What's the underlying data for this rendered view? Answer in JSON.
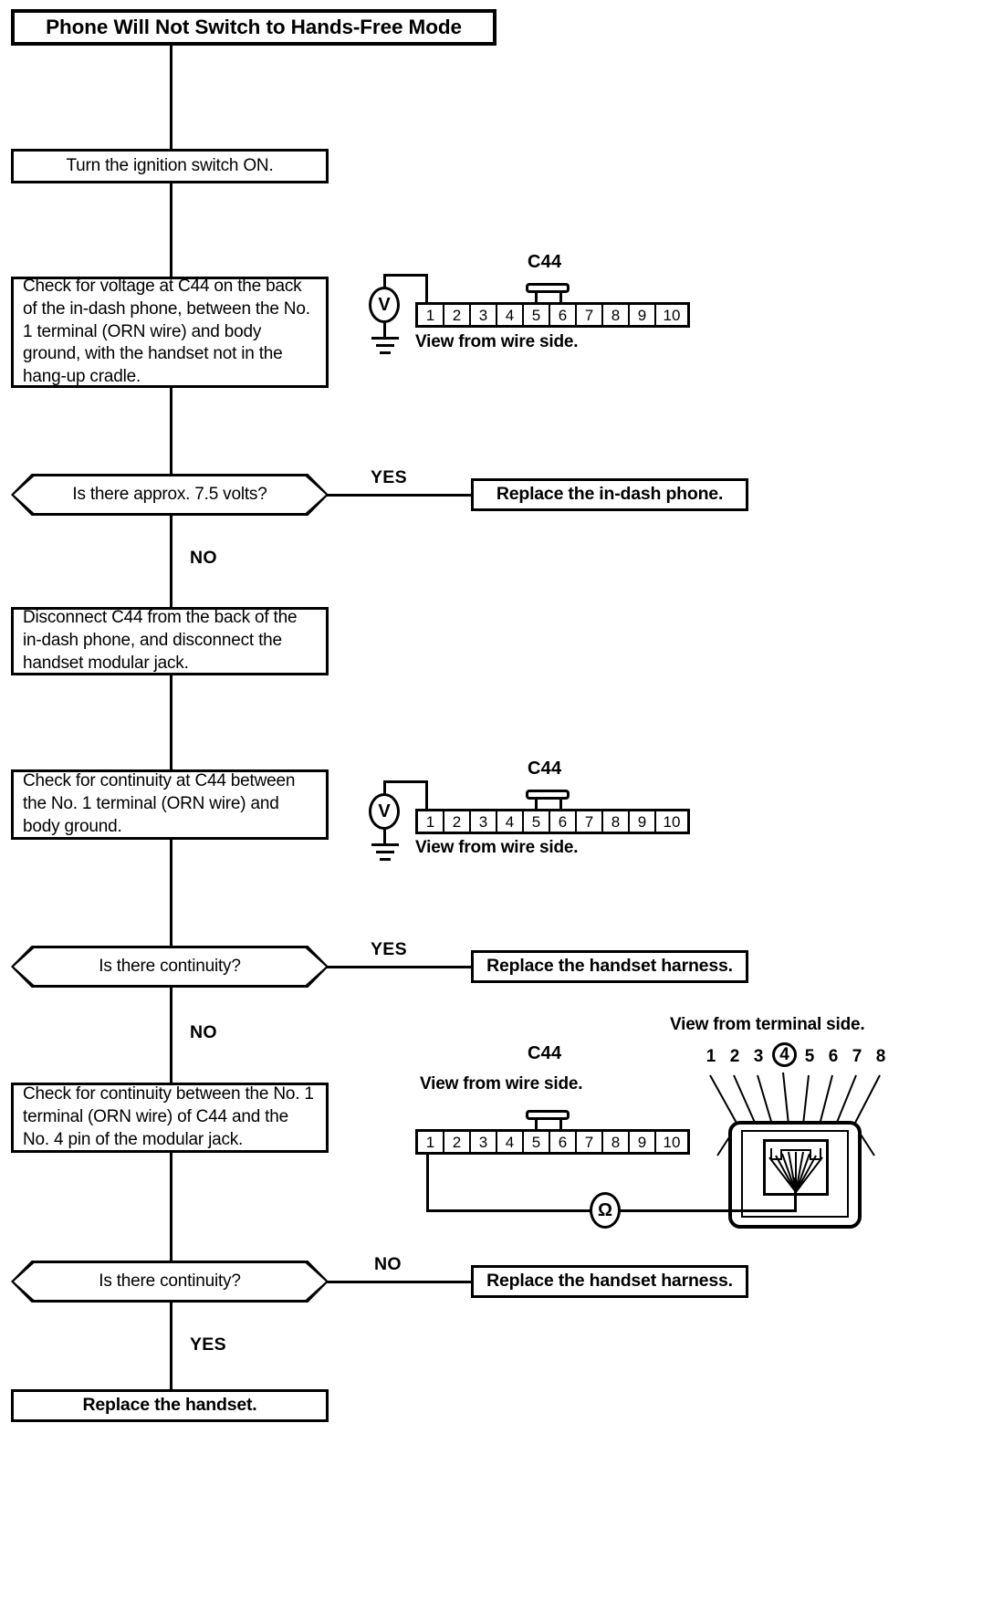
{
  "title": {
    "text": "Phone Will Not Switch to Hands-Free Mode"
  },
  "steps": {
    "ignition": "Turn the ignition switch ON.",
    "check_voltage": "Check for voltage at C44 on the back of the in-dash phone, between the No. 1 terminal (ORN wire) and body ground, with the handset not in the hang-up cradle.",
    "disconnect": "Disconnect C44 from the back of the in-dash phone, and disconnect the handset modular jack.",
    "check_continuity_ground": "Check for continuity at C44 between the No. 1 terminal (ORN wire) and body ground.",
    "check_continuity_jack": "Check for continuity between the No. 1 terminal (ORN wire) of C44 and the No. 4 pin of the modular jack."
  },
  "decisions": {
    "voltage": "Is there approx. 7.5 volts?",
    "continuity_1": "Is there continuity?",
    "continuity_2": "Is there continuity?"
  },
  "branches": {
    "yes": "YES",
    "no": "NO"
  },
  "outcomes": {
    "replace_phone": "Replace the in-dash phone.",
    "replace_harness_1": "Replace the handset harness.",
    "replace_harness_2": "Replace the handset harness.",
    "replace_handset": "Replace the handset."
  },
  "connector": {
    "name": "C44",
    "pins": [
      "1",
      "2",
      "3",
      "4",
      "5",
      "6",
      "7",
      "8",
      "9",
      "10"
    ],
    "view_wire_side": "View from wire side."
  },
  "modular_jack": {
    "view_terminal_side": "View from terminal side.",
    "pins": [
      "1",
      "2",
      "3",
      "4",
      "5",
      "6",
      "7",
      "8"
    ],
    "highlighted_pin": "4"
  },
  "meters": {
    "voltmeter_symbol": "V",
    "ohmmeter_symbol": "Ω"
  }
}
